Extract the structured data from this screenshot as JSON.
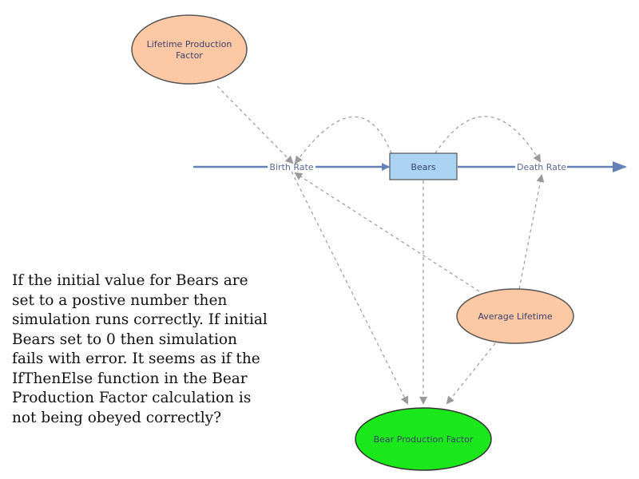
{
  "nodes": {
    "lifetime_production_factor": {
      "line1": "Lifetime Production",
      "line2": "Factor"
    },
    "bears": {
      "label": "Bears"
    },
    "average_lifetime": {
      "label": "Average Lifetime"
    },
    "bear_production_factor": {
      "label": "Bear Production Factor"
    }
  },
  "flows": {
    "birth_rate": {
      "label": "Birth Rate"
    },
    "death_rate": {
      "label": "Death Rate"
    }
  },
  "colors": {
    "ellipse_fill": "#fdc9a5",
    "stock_fill": "#aad4f2",
    "green_fill": "#1ae81a",
    "flow_color": "#6680b8",
    "link_color": "#9a9a9a"
  },
  "note": {
    "text": "If the initial value for Bears are set to a postive number then simulation runs correctly. If initial Bears set to 0 then simulation fails with error. It seems as if the IfThenElse function in the Bear Production Factor calculation is not being obeyed correctly?"
  }
}
